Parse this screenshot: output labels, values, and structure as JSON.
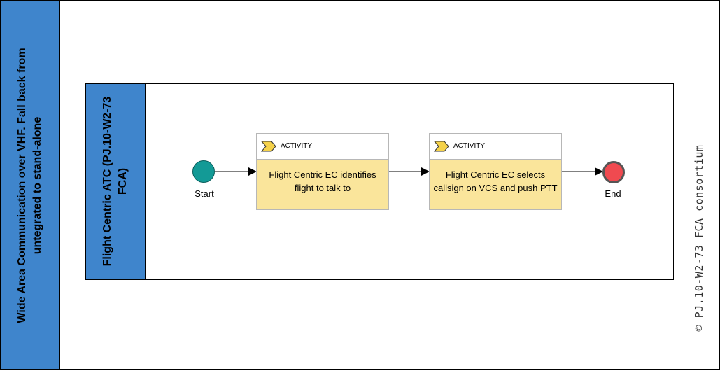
{
  "pool": {
    "title": "Wide Area Communication over VHF. Fall back from untegrated to stand-alone"
  },
  "lane": {
    "title": "Flight Centric ATC (PJ.10-W2-73 FCA)"
  },
  "events": {
    "start_label": "Start",
    "end_label": "End"
  },
  "tasks": [
    {
      "type": "ACTIVITY",
      "text": "Flight Centric EC identifies flight to talk to"
    },
    {
      "type": "ACTIVITY",
      "text": "Flight Centric EC selects callsign on VCS and push PTT"
    }
  ],
  "footer": {
    "copyright": "© PJ.10-W2-73 FCA consortium"
  },
  "colors": {
    "header_blue": "#3f85cc",
    "task_fill": "#fae59b",
    "start_fill": "#139a96",
    "end_fill": "#f04a50",
    "activity_icon": "#f5d24a"
  },
  "icons": {
    "activity": "chevron-flag-icon"
  }
}
